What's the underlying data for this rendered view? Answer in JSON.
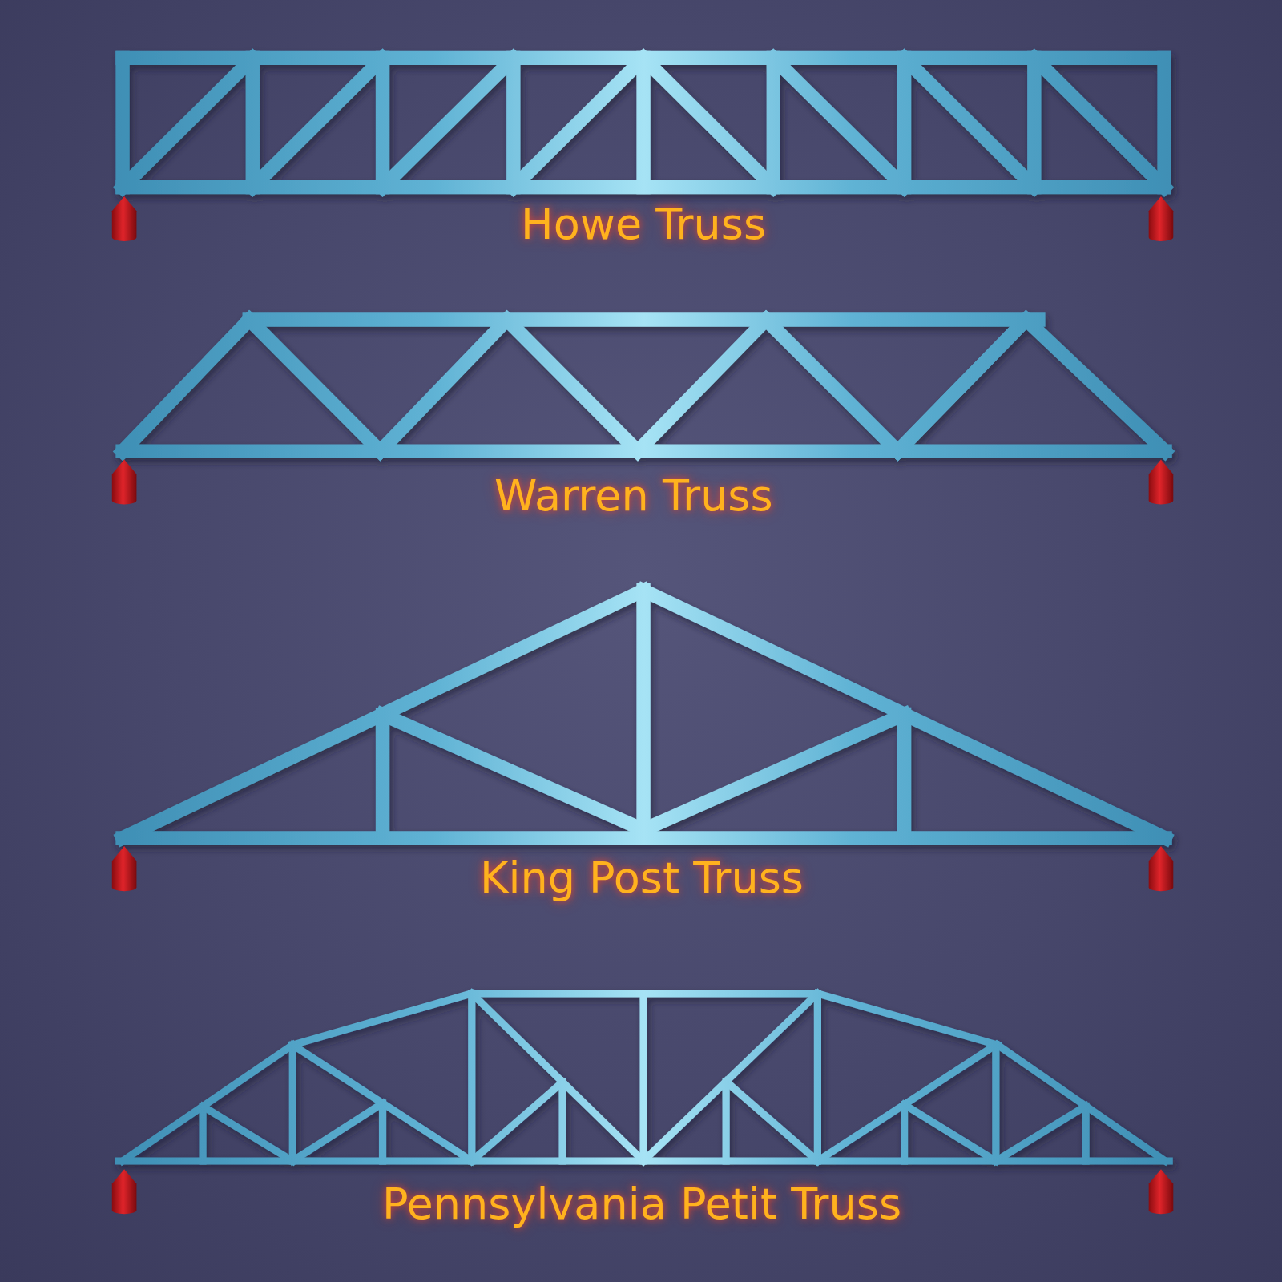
{
  "diagram": {
    "labels": [
      "Howe Truss",
      "Warren Truss",
      "King Post Truss",
      "Pennsylvania Petit Truss"
    ]
  }
}
